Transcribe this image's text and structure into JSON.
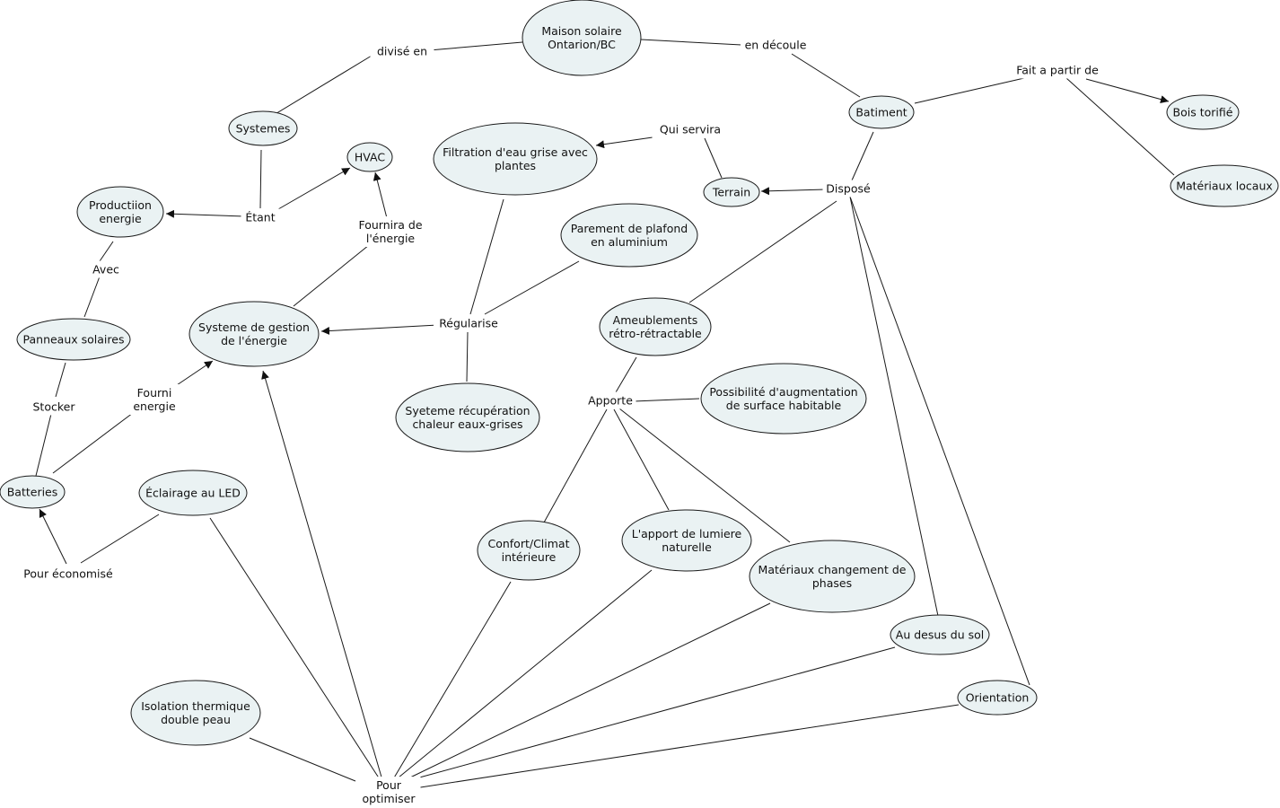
{
  "nodes": {
    "maison": [
      "Maison solaire",
      "Ontarion/BC"
    ],
    "systemes": [
      "Systemes"
    ],
    "hvac": [
      "HVAC"
    ],
    "production": [
      "Productiion",
      "energie"
    ],
    "filtration": [
      "Filtration d'eau grise avec",
      "plantes"
    ],
    "batiment": [
      "Batiment"
    ],
    "bois": [
      "Bois torifié"
    ],
    "materiaux_locaux": [
      "Matériaux locaux"
    ],
    "terrain": [
      "Terrain"
    ],
    "parement": [
      "Parement de plafond",
      "en aluminium"
    ],
    "panneaux": [
      "Panneaux solaires"
    ],
    "gestion": [
      "Systeme de gestion",
      "de l'énergie"
    ],
    "ameublements": [
      "Ameublements",
      "rétro-rétractable"
    ],
    "possibilite": [
      "Possibilité d'augmentation",
      "de surface habitable"
    ],
    "recuperation": [
      "Syeteme récupération",
      "chaleur eaux-grises"
    ],
    "batteries": [
      "Batteries"
    ],
    "eclairage": [
      "Éclairage au LED"
    ],
    "confort": [
      "Confort/Climat",
      "intérieure"
    ],
    "lumiere": [
      "L'apport de lumiere",
      "naturelle"
    ],
    "materiaux_phases": [
      "Matériaux changement de",
      "phases"
    ],
    "au_desus": [
      "Au desus du sol"
    ],
    "orientation": [
      "Orientation"
    ],
    "isolation": [
      "Isolation thermique",
      "double peau"
    ]
  },
  "link_labels": {
    "divise": [
      "divisé en"
    ],
    "en_decoule": [
      "en découle"
    ],
    "fait_partir": [
      "Fait a partir de"
    ],
    "qui_servira": [
      "Qui servira"
    ],
    "dispose": [
      "Disposé"
    ],
    "etant": [
      "Étant"
    ],
    "fournira": [
      "Fournira de",
      "l'énergie"
    ],
    "avec": [
      "Avec"
    ],
    "regularise": [
      "Régularise"
    ],
    "stocker": [
      "Stocker"
    ],
    "fourni": [
      "Fourni",
      "energie"
    ],
    "apporte": [
      "Apporte"
    ],
    "pour_economise": [
      "Pour économisé"
    ],
    "pour_optimiser": [
      "Pour",
      "optimiser"
    ]
  }
}
